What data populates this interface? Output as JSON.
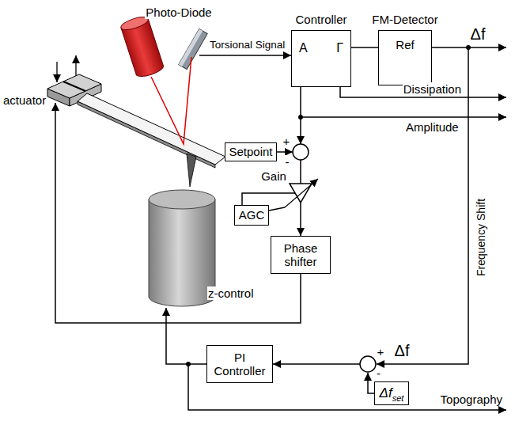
{
  "diagram": {
    "nodes": [
      {
        "text": [
          "Controller",
          "A",
          "Γ"
        ]
      },
      {
        "text": [
          "FM-Detector",
          "Ref"
        ]
      },
      {
        "text": [
          "Setpoint"
        ]
      },
      {
        "text": [
          "AGC"
        ]
      },
      {
        "text": [
          "Phase shifter"
        ]
      },
      {
        "text": [
          "PI Controller"
        ]
      },
      {
        "text": [
          "Δf",
          "set"
        ]
      }
    ],
    "edges": [
      {
        "from": 0,
        "to": 1,
        "arrow": "none"
      }
    ],
    "labels": [
      "Photo-Diode",
      "Torsional Signal",
      "Δf",
      "Dissipation",
      "Amplitude",
      "actuator",
      "+",
      "-",
      "Gain",
      "Frequency Shift",
      "z-control",
      "Δf",
      "+",
      "-",
      "Topography"
    ]
  }
}
